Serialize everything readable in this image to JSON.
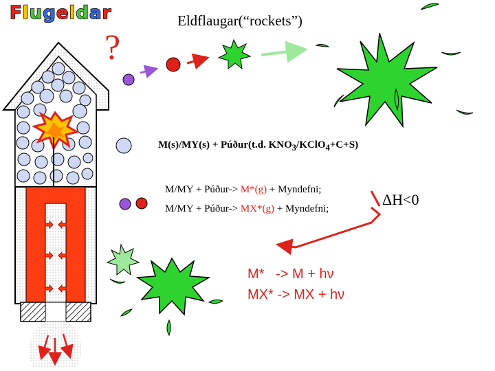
{
  "logo": {
    "text": "Flugeldar",
    "letters": [
      {
        "ch": "F",
        "color": "#e8241c"
      },
      {
        "ch": "l",
        "color": "#f5c400"
      },
      {
        "ch": "u",
        "color": "#4fc33b"
      },
      {
        "ch": "g",
        "color": "#3a67d8"
      },
      {
        "ch": "e",
        "color": "#e8241c"
      },
      {
        "ch": "l",
        "color": "#f5c400"
      },
      {
        "ch": "d",
        "color": "#4fc33b"
      },
      {
        "ch": "a",
        "color": "#3a67d8"
      },
      {
        "ch": "r",
        "color": "#e8241c"
      }
    ]
  },
  "title": "Eldflaugar(“rockets”)",
  "question_mark": "?",
  "equation1": {
    "prefix": "M(s)/MY(s) + Púður(t.d. KNO",
    "sub1": "3",
    "mid": "/KClO",
    "sub2": "4",
    "suffix": "+C+S)"
  },
  "equation2": {
    "prefix": "M/MY + Púður-> ",
    "highlight": "M*(g)",
    "suffix": " + Myndefni;"
  },
  "equation3": {
    "prefix": "M/MY + Púður-> ",
    "highlight": "MX*(g)",
    "suffix": " + Myndefni;"
  },
  "enthalpy": "ΔH<0",
  "emission1": "M*   -> M + hν",
  "emission2": "MX* -> MX + hν",
  "colors": {
    "red": "#e0201a",
    "purple": "#9a55d8",
    "light_blue": "#cfd8f5",
    "green": "#2fd330",
    "light_green": "#9de89b",
    "rocket_flame": "#ff3d12"
  }
}
